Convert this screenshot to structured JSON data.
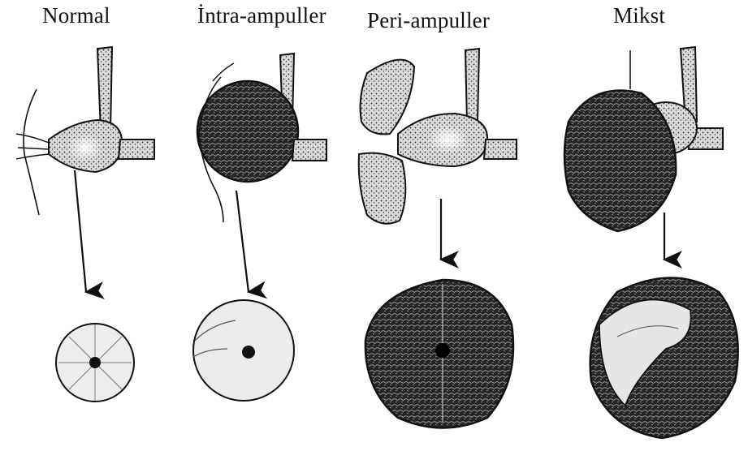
{
  "panels": [
    {
      "title": "Normal"
    },
    {
      "title": "İntra-ampuller"
    },
    {
      "title": "Peri-ampuller"
    },
    {
      "title": "Mikst"
    }
  ]
}
